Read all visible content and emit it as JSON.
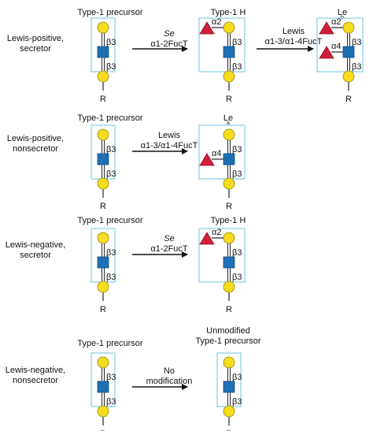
{
  "rows": [
    {
      "label_line1": "Lewis-positive,",
      "label_line2": "secretor",
      "precursor_title": "Type-1 precursor",
      "step1": {
        "enzyme_line1": "Se",
        "enzyme_line2": "α1-2FucT",
        "product_title": "Type-1 H"
      },
      "step2": {
        "enzyme_line1": "Lewis",
        "enzyme_line2": "α1-3/α1-4FucT",
        "product_title": "Le",
        "product_sup": "b"
      }
    },
    {
      "label_line1": "Lewis-positive,",
      "label_line2": "nonsecretor",
      "precursor_title": "Type-1 precursor",
      "step1": {
        "enzyme_line1": "Lewis",
        "enzyme_line2": "α1-3/α1-4FucT",
        "product_title": "Le",
        "product_sup": "a"
      }
    },
    {
      "label_line1": "Lewis-negative,",
      "label_line2": "secretor",
      "precursor_title": "Type-1 precursor",
      "step1": {
        "enzyme_line1": "Se",
        "enzyme_line2": "α1-2FucT",
        "product_title": "Type-1 H"
      }
    },
    {
      "label_line1": "Lewis-negative,",
      "label_line2": "nonsecretor",
      "precursor_title": "Type-1 precursor",
      "step1": {
        "enzyme_line1": "No",
        "enzyme_line2": "modification",
        "product_title_line1": "Unmodified",
        "product_title_line2": "Type-1 precursor"
      }
    }
  ],
  "linkage": {
    "beta3": "β3",
    "alpha2": "α2",
    "alpha4": "α4",
    "root": "R"
  },
  "colors": {
    "galactose": "#f5dc1e",
    "glcnac": "#1f6fb5",
    "fucose": "#d01e3c",
    "box": "#8fd3e8"
  }
}
